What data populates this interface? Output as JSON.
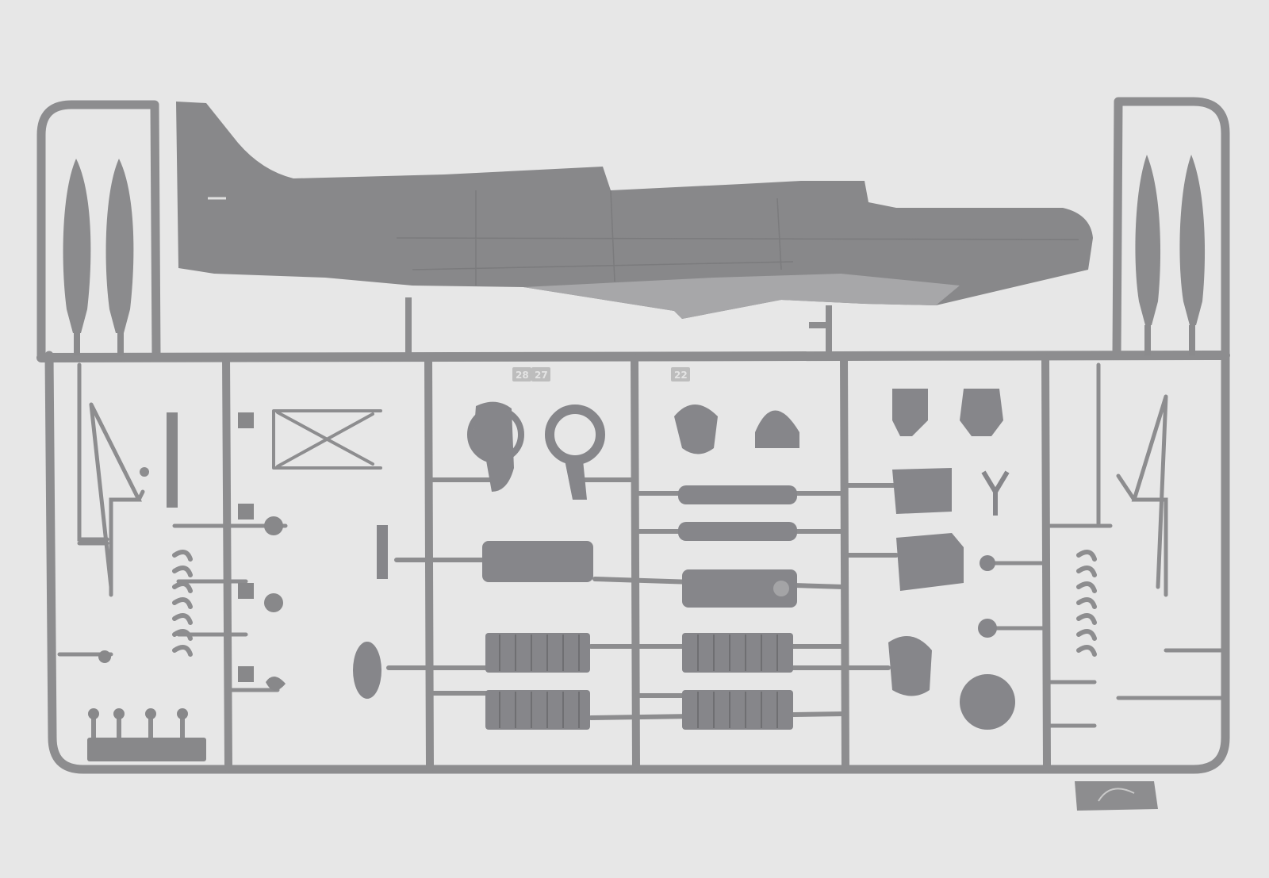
{
  "scene": {
    "description_role": "photo",
    "colors": {
      "background": "#e7e7e7",
      "plastic": "#8d8d8f",
      "plastic_dark": "#77777a",
      "plastic_shadow": "#6f6f72",
      "highlight": "#a4a4a6",
      "label_fill": "#bdbdbd"
    },
    "part_numbers": [
      "28",
      "27",
      "22"
    ]
  }
}
